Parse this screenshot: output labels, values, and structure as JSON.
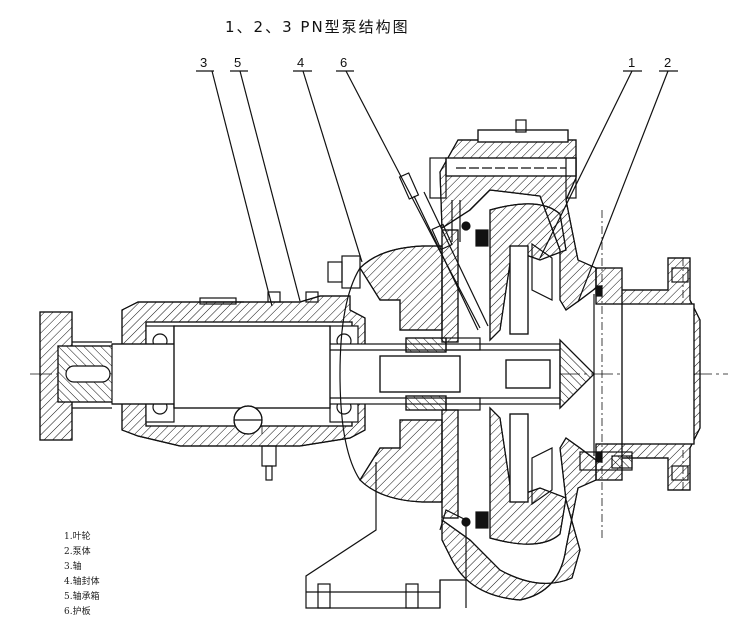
{
  "title": "1、2、3 PN型泵结构图",
  "callouts": [
    "3",
    "5",
    "4",
    "6",
    "1",
    "2"
  ],
  "legend": [
    "1.叶轮",
    "2.泵体",
    "3.轴",
    "4.轴封体",
    "5.轴承箱",
    "6.护板"
  ],
  "colors": {
    "ink": "#111111",
    "seal": "#111111",
    "paper": "#ffffff"
  }
}
